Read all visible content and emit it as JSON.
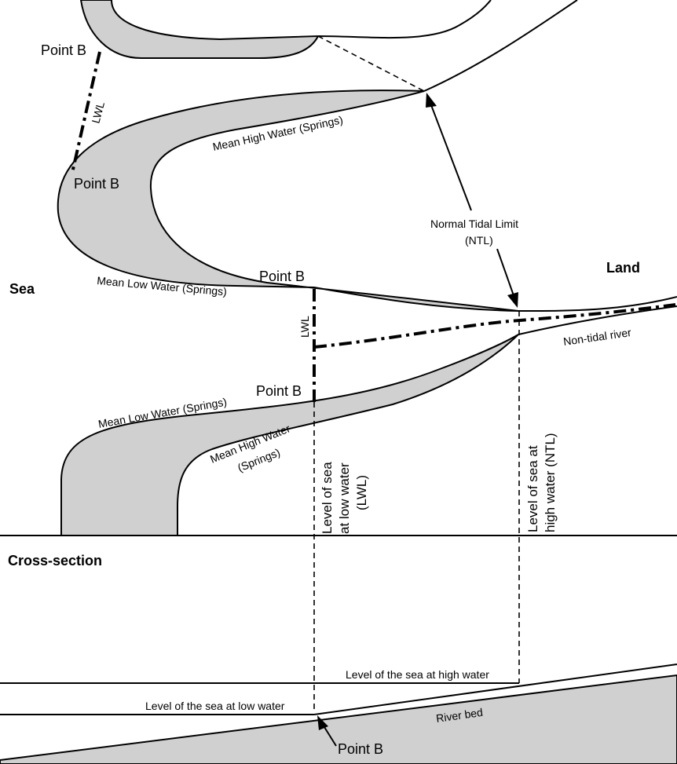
{
  "plan": {
    "sea": "Sea",
    "land": "Land",
    "point_b": "Point B",
    "lwl": "LWL",
    "mean_high_water": "Mean High Water (Springs)",
    "mean_low_water": "Mean Low Water (Springs)",
    "mean_high_water_line1": "Mean High Water",
    "mean_high_water_line2": "(Springs)",
    "ntl_line1": "Normal Tidal Limit",
    "ntl_line2": "(NTL)",
    "non_tidal_river": "Non-tidal river",
    "lwl_level_line1": "Level of sea",
    "lwl_level_line2": "at low water",
    "lwl_level_line3": "(LWL)",
    "ntl_level_line1": "Level of sea at",
    "ntl_level_line2": "high water (NTL)"
  },
  "cross_section": {
    "title": "Cross-section",
    "high_water": "Level of the sea at high water",
    "low_water": "Level of the sea at low water",
    "river_bed": "River bed",
    "point_b": "Point B"
  },
  "colors": {
    "shore_fill": "#d0d0d0",
    "line": "#000000",
    "background": "#ffffff"
  }
}
